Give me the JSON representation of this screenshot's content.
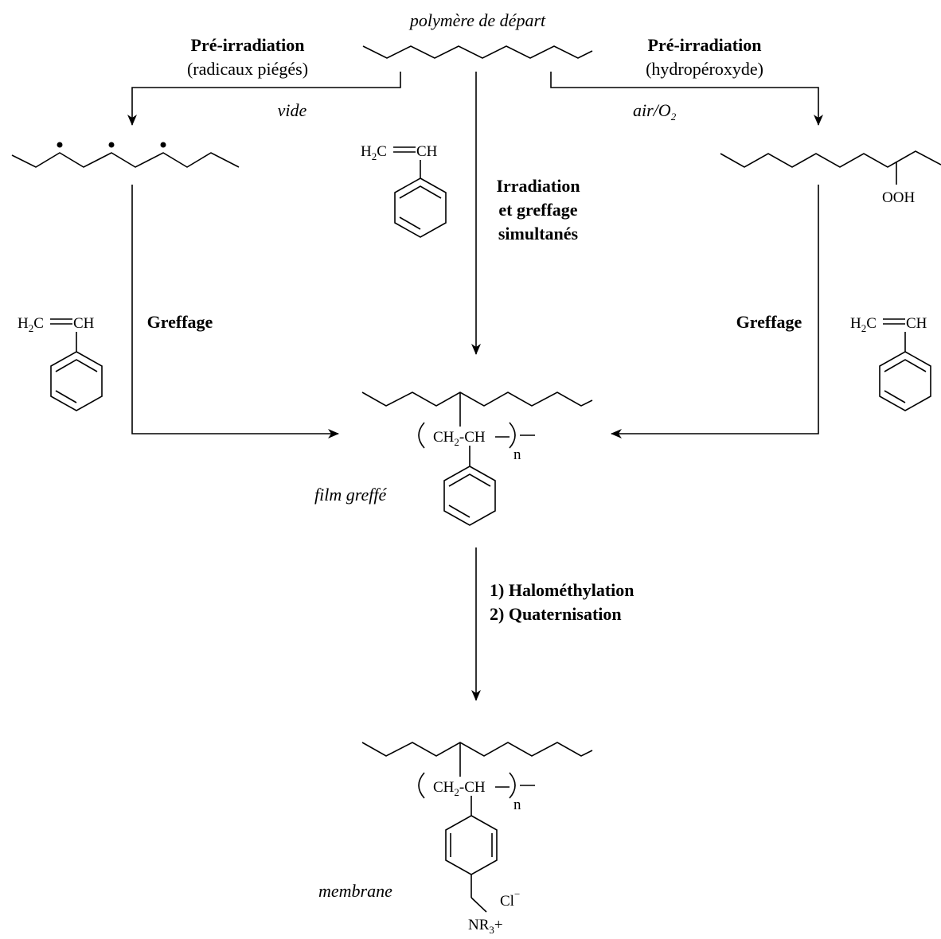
{
  "labels": {
    "starting_polymer": "polymère de départ",
    "pre_irr_left_title": "Pré-irradiation",
    "pre_irr_left_sub": "(radicaux piégés)",
    "pre_irr_right_title": "Pré-irradiation",
    "pre_irr_right_sub": "(hydropéroxyde)",
    "vacuum": "vide",
    "air_o2_base": "air/O",
    "air_o2_sub": "2",
    "simult_line1": "Irradiation",
    "simult_line2": "et greffage",
    "simult_line3": "simultanés",
    "grafting_left": "Greffage",
    "grafting_right": "Greffage",
    "grafted_film": "film greffé",
    "step1": "1) Halométhylation",
    "step2": "2) Quaternisation",
    "membrane": "membrane"
  },
  "chem": {
    "h2c": "H",
    "h2c_sub": "2",
    "h2c_tail": "C",
    "ch": "CH",
    "ooh": "OOH",
    "ch2": "CH",
    "ch2_sub": "2",
    "ch_chain": "CH",
    "repeat_n": "n",
    "chloride": "Cl",
    "chloride_charge": "−",
    "amine": "NR",
    "amine_sub": "3",
    "amine_charge": "+"
  }
}
